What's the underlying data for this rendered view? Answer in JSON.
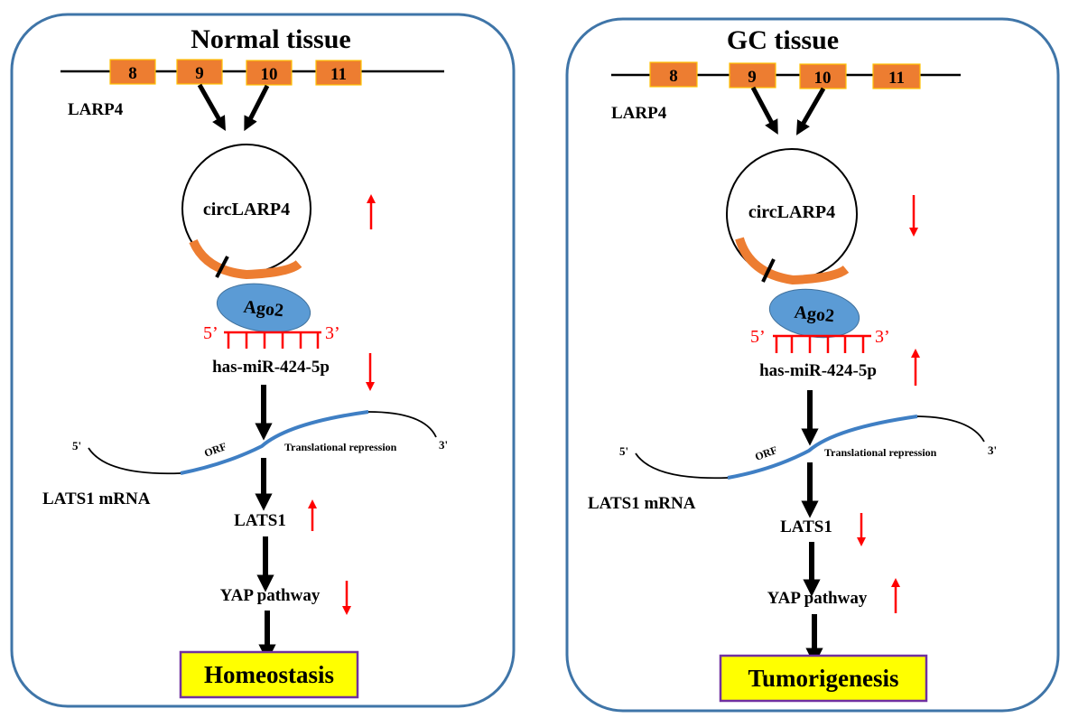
{
  "colors": {
    "panel_border": "#3f75a8",
    "exon_fill": "#ed7d31",
    "exon_border": "#ffc000",
    "ago2_fill": "#5b9bd5",
    "mirna": "#ff0000",
    "orf": "#3f7fc4",
    "outcome_fill": "#ffff00",
    "outcome_border": "#7030a0"
  },
  "panels": [
    {
      "title": "Normal tissue",
      "exons": [
        "8",
        "9",
        "10",
        "11"
      ],
      "gene_label": "LARP4",
      "circ_label": "circLARP4",
      "circ_trend": "up",
      "ago_label": "Ago2",
      "mirna_5": "5’",
      "mirna_3": "3’",
      "mirna_label": "has-miR-424-5p",
      "mirna_trend": "down",
      "mrna_5": "5'",
      "mrna_3": "3'",
      "orf_label": "ORF",
      "repression_label": "Translational repression",
      "mrna_label": "LATS1 mRNA",
      "protein_label": "LATS1",
      "protein_trend": "up",
      "pathway_label": "YAP pathway",
      "pathway_trend": "down",
      "outcome": "Homeostasis"
    },
    {
      "title": "GC tissue",
      "exons": [
        "8",
        "9",
        "10",
        "11"
      ],
      "gene_label": "LARP4",
      "circ_label": "circLARP4",
      "circ_trend": "down",
      "ago_label": "Ago2",
      "mirna_5": "5’",
      "mirna_3": "3’",
      "mirna_label": "has-miR-424-5p",
      "mirna_trend": "up",
      "mrna_5": "5'",
      "mrna_3": "3'",
      "orf_label": "ORF",
      "repression_label": "Translational repression",
      "mrna_label": "LATS1 mRNA",
      "protein_label": "LATS1",
      "protein_trend": "down",
      "pathway_label": "YAP pathway",
      "pathway_trend": "up",
      "outcome": "Tumorigenesis"
    }
  ]
}
